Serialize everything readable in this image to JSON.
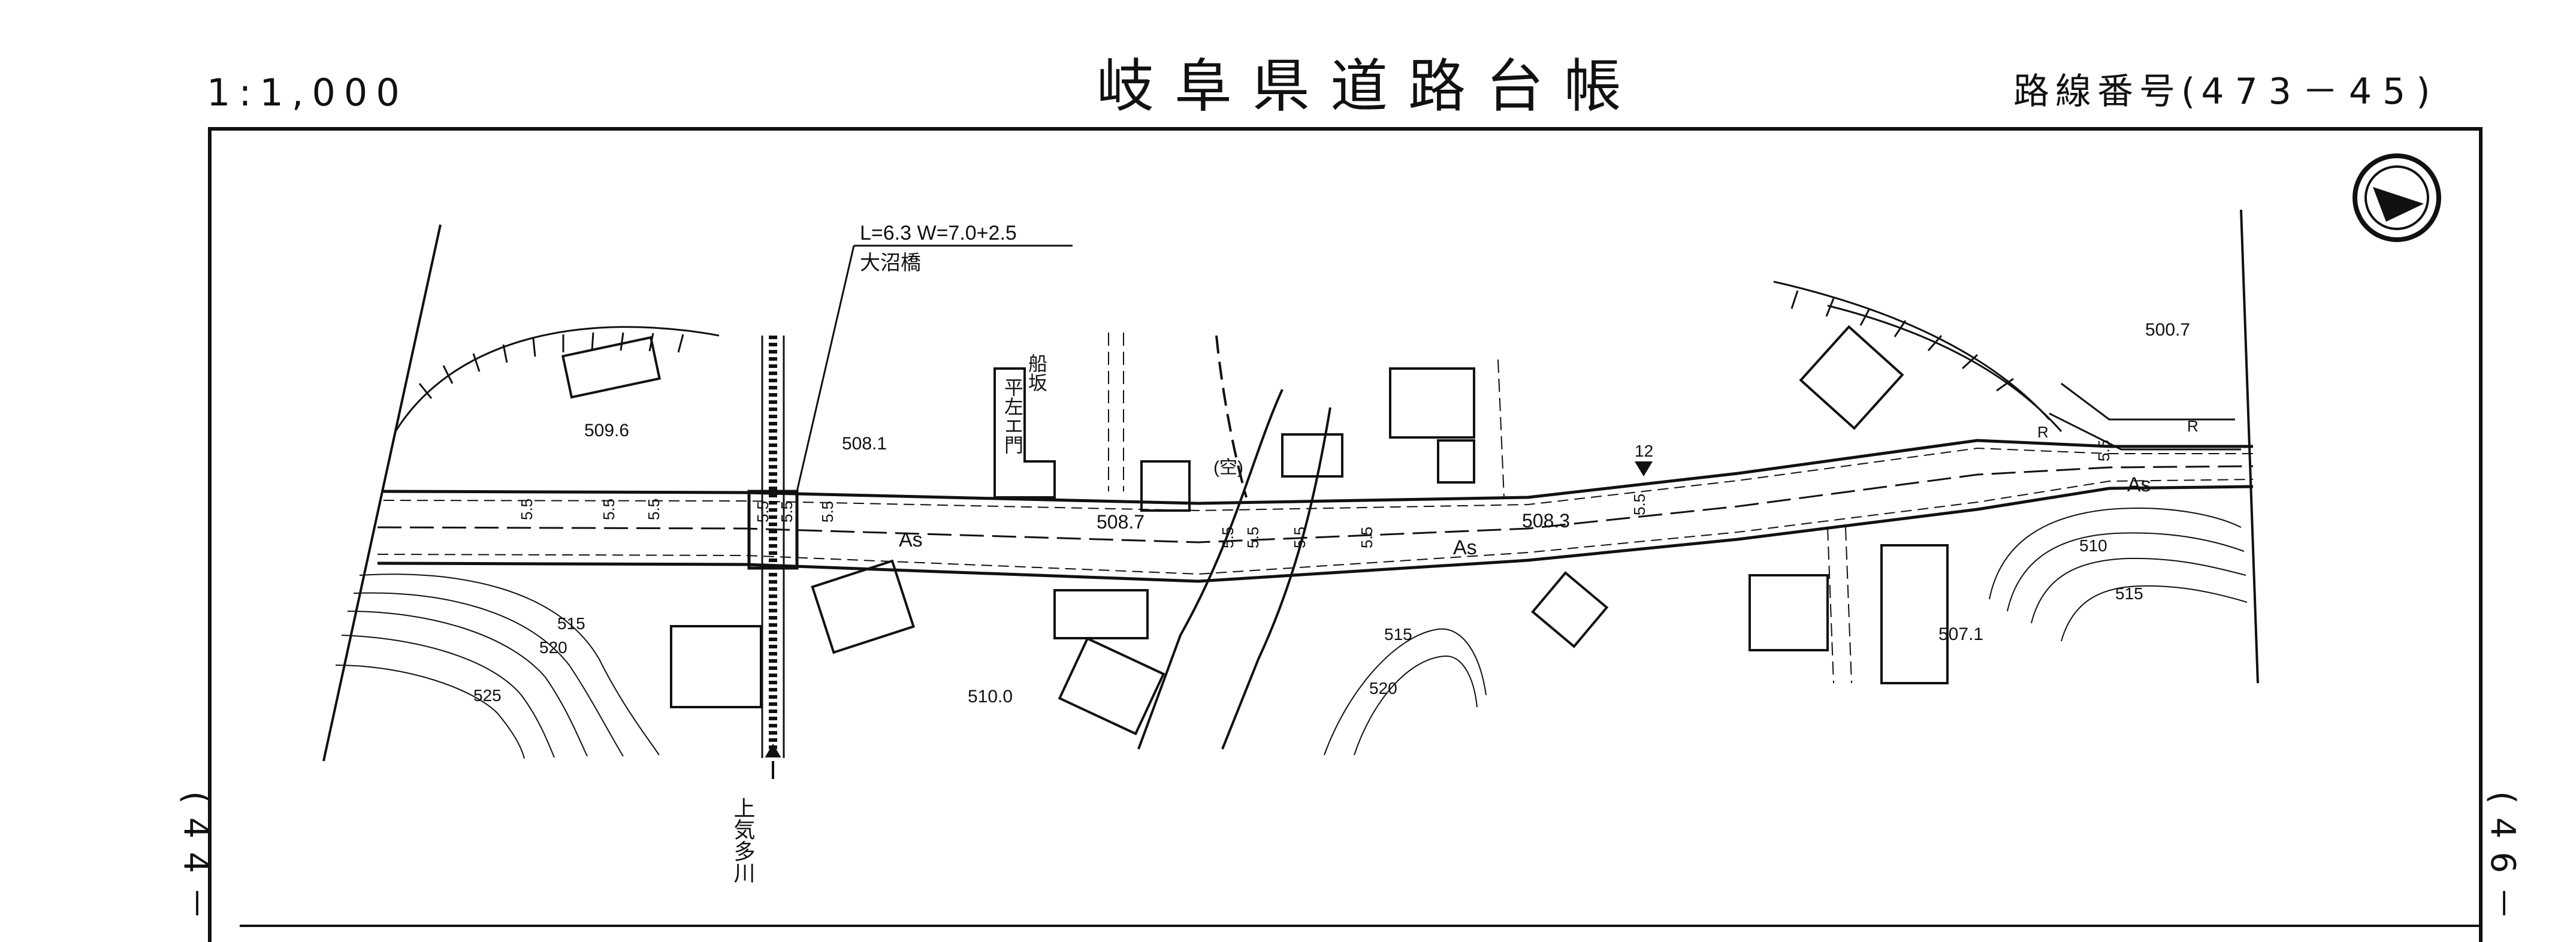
{
  "header": {
    "scale": "1:1,000",
    "title": "岐阜県道路台帳",
    "route_label": "路線番号",
    "route_number": "473－45",
    "route_open": "(",
    "route_close": ")"
  },
  "sheet_refs": {
    "prev": "(44－",
    "next": "(46－"
  },
  "map": {
    "north_arrow": "north-arrow-icon",
    "bridge": {
      "dimensions": "L=6.3 W=7.0+2.5",
      "name": "大沼橋"
    },
    "river_name": "上気多川",
    "building_name": [
      "船坂",
      "平左エ門"
    ],
    "vacant_label": "(空)",
    "surface_labels": [
      "As",
      "As",
      "As"
    ],
    "elevations": [
      "509.6",
      "508.1",
      "508.7",
      "508.3",
      "500.7",
      "507.1",
      "510.0"
    ],
    "contours": [
      "515",
      "520",
      "525",
      "515",
      "520",
      "510",
      "515"
    ],
    "road_widths": [
      "5.5",
      "5.5",
      "5.5",
      "5.5",
      "5.5",
      "5.5",
      "5.5",
      "5.5",
      "5.5",
      "5.5",
      "5.5",
      "5.5"
    ],
    "marker_label": "12",
    "symbols": [
      "R",
      "R"
    ],
    "colors": {
      "ink": "#111111",
      "paper": "#ffffff"
    }
  }
}
